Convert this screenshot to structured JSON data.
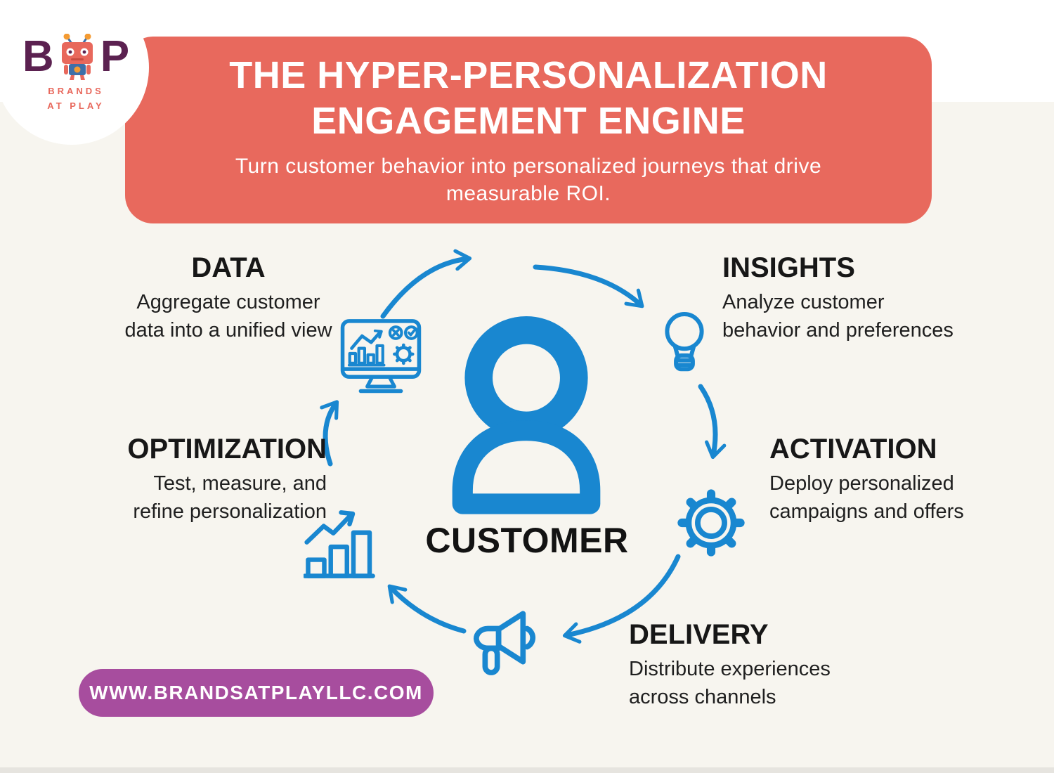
{
  "logo": {
    "letter_b": "B",
    "letter_p": "P",
    "tagline_line1": "BRANDS",
    "tagline_line2": "AT PLAY"
  },
  "header": {
    "title_line1": "THE HYPER-PERSONALIZATION",
    "title_line2": "ENGAGEMENT ENGINE",
    "subtitle_line1": "Turn customer behavior into personalized journeys that drive",
    "subtitle_line2": "measurable ROI."
  },
  "center": {
    "label": "CUSTOMER"
  },
  "stages": [
    {
      "name": "DATA",
      "desc_line1": "Aggregate customer",
      "desc_line2": "data into a unified view",
      "icon": "monitor-analytics-icon"
    },
    {
      "name": "INSIGHTS",
      "desc_line1": "Analyze customer",
      "desc_line2": "behavior and preferences",
      "icon": "lightbulb-icon"
    },
    {
      "name": "ACTIVATION",
      "desc_line1": "Deploy personalized",
      "desc_line2": "campaigns and offers",
      "icon": "gear-icon"
    },
    {
      "name": "DELIVERY",
      "desc_line1": "Distribute experiences",
      "desc_line2": "across channels",
      "icon": "megaphone-icon"
    },
    {
      "name": "OPTIMIZATION",
      "desc_line1": "Test, measure, and",
      "desc_line2": "refine personalization",
      "icon": "bar-chart-icon"
    }
  ],
  "footer": {
    "website": "WWW.BRANDSATPLAYLLC.COM"
  },
  "colors": {
    "accent_blue": "#1987d0",
    "coral": "#e8695d",
    "purple_pill": "#a74d9e",
    "logo_purple": "#5b2150",
    "background": "#f7f5ef",
    "text": "#1f1f1f"
  }
}
